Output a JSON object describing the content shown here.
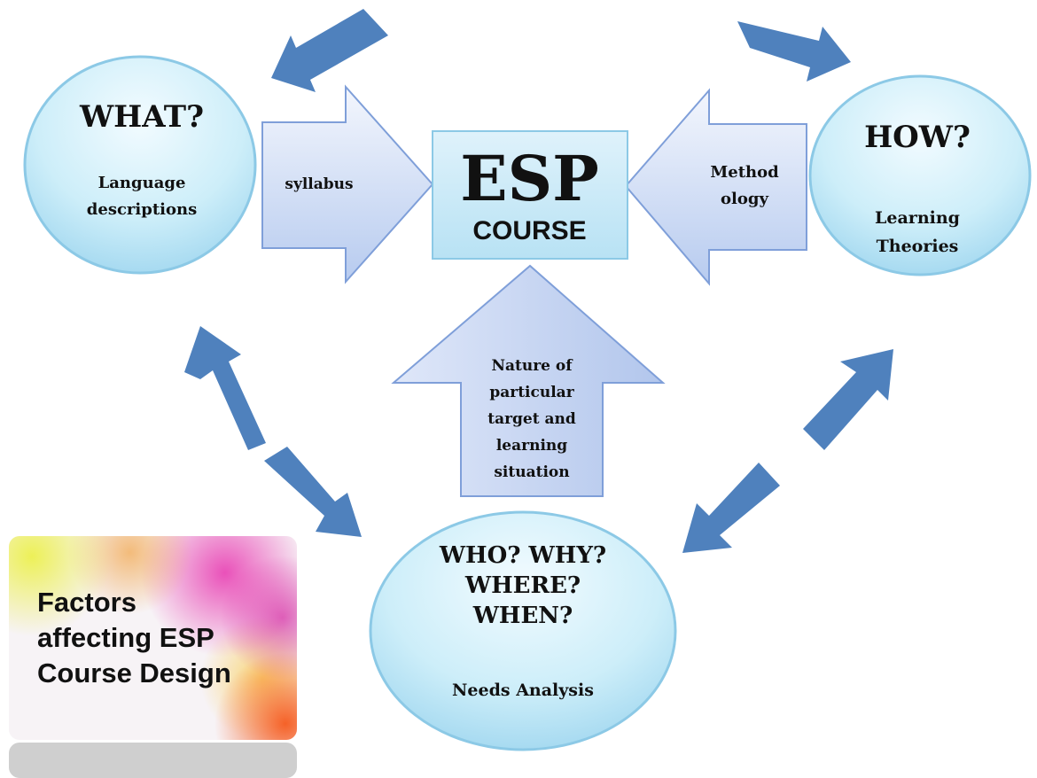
{
  "what": {
    "title": "WHAT?",
    "subtitle": [
      "Language",
      "descriptions"
    ]
  },
  "how": {
    "title": "HOW?",
    "subtitle": [
      "Learning",
      "Theories"
    ]
  },
  "center": {
    "title": "ESP",
    "subtitle": "COURSE"
  },
  "arrows": {
    "left": "syllabus",
    "right": [
      "Method",
      "ology"
    ],
    "bottom": [
      "Nature of",
      "particular",
      "target and",
      "learning",
      "situation"
    ]
  },
  "who": {
    "title": [
      "WHO? WHY?",
      "WHERE?",
      "WHEN?"
    ],
    "subtitle": "Needs Analysis"
  },
  "thumbnail": {
    "title": [
      "Factors",
      "affecting ESP",
      "Course Design"
    ]
  },
  "colors": {
    "circle_fill_light": "#eaf7fd",
    "circle_fill_dark": "#a9dcf2",
    "circle_stroke": "#8cc9e6",
    "big_arrow_fill_light": "#edf2fc",
    "big_arrow_fill_dark": "#b5c9ee",
    "big_arrow_stroke": "#7f9fd9",
    "connector_arrow": "#4f81bd",
    "center_box_fill": "#cdeaf7"
  }
}
